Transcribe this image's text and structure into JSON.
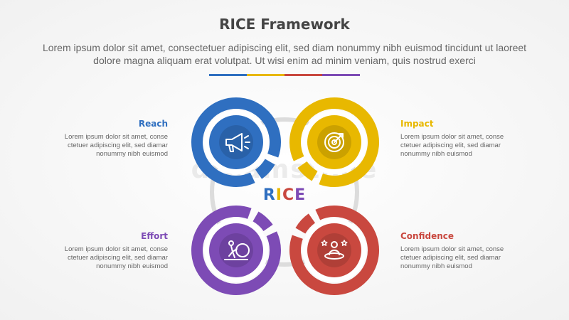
{
  "title": "RICE Framework",
  "subtitle": "Lorem ipsum dolor sit amet, consectetuer adipiscing elit, sed diam nonummy nibh euismod tincidunt ut laoreet dolore magna aliquam erat volutpat. Ut wisi enim ad minim veniam, quis nostrud exerci",
  "divider_colors": [
    "#2f6fc0",
    "#e8b800",
    "#c9483f",
    "#7d4bb5"
  ],
  "center_letters": [
    {
      "char": "R",
      "color": "#2f6fc0"
    },
    {
      "char": "I",
      "color": "#e8b800"
    },
    {
      "char": "C",
      "color": "#c9483f"
    },
    {
      "char": "E",
      "color": "#7d4bb5"
    }
  ],
  "watermark": "dreamstime",
  "items": [
    {
      "key": "reach",
      "title": "Reach",
      "color": "#2f6fc0",
      "icon": "megaphone-icon",
      "desc": [
        "Lorem ipsum dolor sit amet, conse",
        "ctetuer adipiscing elit, sed diamar",
        "nonummy nibh euismod"
      ]
    },
    {
      "key": "impact",
      "title": "Impact",
      "color": "#e8b800",
      "icon": "target-icon",
      "desc": [
        "Lorem ipsum dolor sit amet, conse",
        "ctetuer adipiscing elit, sed diamar",
        "nonummy nibh euismod"
      ]
    },
    {
      "key": "effort",
      "title": "Effort",
      "color": "#7d4bb5",
      "icon": "effort-icon",
      "desc": [
        "Lorem ipsum dolor sit amet, conse",
        "ctetuer adipiscing elit, sed diamar",
        "nonummy nibh euismod"
      ]
    },
    {
      "key": "confidence",
      "title": "Confidence",
      "color": "#c9483f",
      "icon": "confidence-icon",
      "desc": [
        "Lorem ipsum dolor sit amet, conse",
        "ctetuer adipiscing elit, sed diamar",
        "nonummy nibh euismod"
      ]
    }
  ]
}
